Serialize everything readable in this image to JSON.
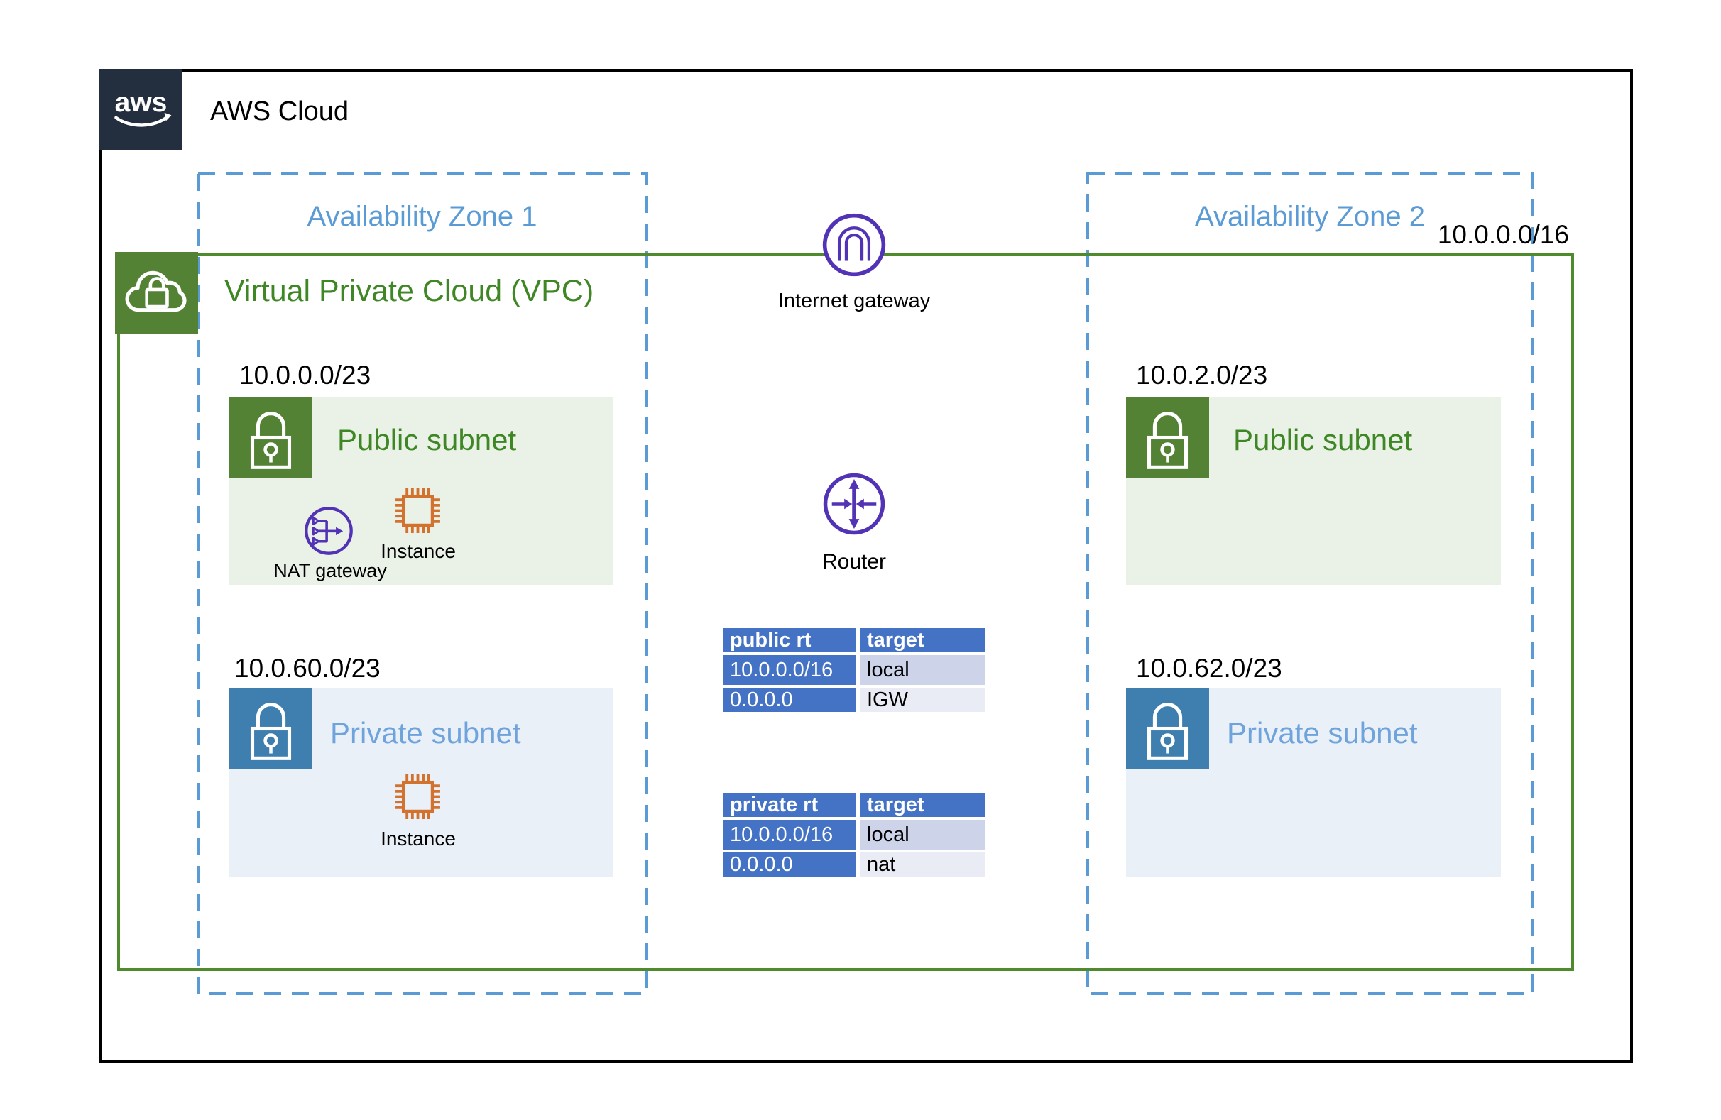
{
  "header": {
    "logo_text": "aws",
    "title": "AWS Cloud"
  },
  "vpc": {
    "label": "Virtual Private Cloud (VPC)",
    "cidr": "10.0.0.0/16"
  },
  "zones": {
    "az1": {
      "label": "Availability Zone 1",
      "public": {
        "cidr": "10.0.0.0/23",
        "title": "Public subnet"
      },
      "private": {
        "cidr": "10.0.60.0/23",
        "title": "Private subnet"
      }
    },
    "az2": {
      "label": "Availability Zone 2",
      "public": {
        "cidr": "10.0.2.0/23",
        "title": "Public subnet"
      },
      "private": {
        "cidr": "10.0.62.0/23",
        "title": "Private subnet"
      }
    }
  },
  "nodes": {
    "internet_gateway": "Internet gateway",
    "router": "Router",
    "nat_gateway": "NAT gateway",
    "instance_public": "Instance",
    "instance_private": "Instance"
  },
  "route_tables": {
    "public": {
      "name_header": "public rt",
      "target_header": "target",
      "rows": [
        {
          "dest": "10.0.0.0/16",
          "target": "local"
        },
        {
          "dest": "0.0.0.0",
          "target": "IGW"
        }
      ]
    },
    "private": {
      "name_header": "private rt",
      "target_header": "target",
      "rows": [
        {
          "dest": "10.0.0.0/16",
          "target": "local"
        },
        {
          "dest": "0.0.0.0",
          "target": "nat"
        }
      ]
    }
  },
  "colors": {
    "aws_navy": "#232F3E",
    "az_blue": "#5B9BD5",
    "vpc_green_border": "#4F8A2C",
    "green_icon_bg": "#538234",
    "green_text": "#3F8624",
    "public_subnet_bg": "#EAF2E8",
    "private_subnet_bg": "#E9F0F8",
    "blue_icon_bg": "#3F7FAF",
    "private_title_blue": "#6FA3DC",
    "gateway_purple": "#5233B5",
    "instance_orange": "#D2722E",
    "table_header_blue": "#4472C4",
    "table_row1_bg": "#CDD4EA",
    "table_row2_bg": "#E9EBF5"
  }
}
